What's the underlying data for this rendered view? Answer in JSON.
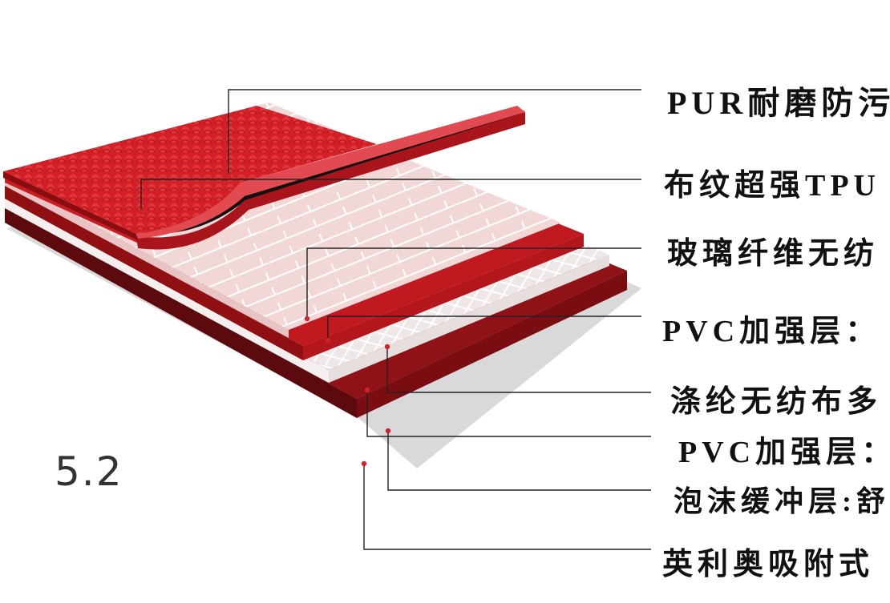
{
  "thickness": "5.2",
  "layers": [
    {
      "label": "PUR耐磨防污"
    },
    {
      "label": "布纹超强TPU"
    },
    {
      "label": "玻璃纤维无纺"
    },
    {
      "label": "PVC加强层："
    },
    {
      "label": "涤纶无纺布多"
    },
    {
      "label": "PVC加强层："
    },
    {
      "label": "泡沫缓冲层:舒"
    },
    {
      "label": "英利奥吸附式"
    }
  ],
  "colors": {
    "surface_red": "#d32027",
    "layer_red": "#a81418",
    "dark_red": "#6b0c10",
    "fiber_pink": "#f2d7d7",
    "shadow_gray": "#d9d9d9",
    "dot_red": "#d0222a"
  }
}
